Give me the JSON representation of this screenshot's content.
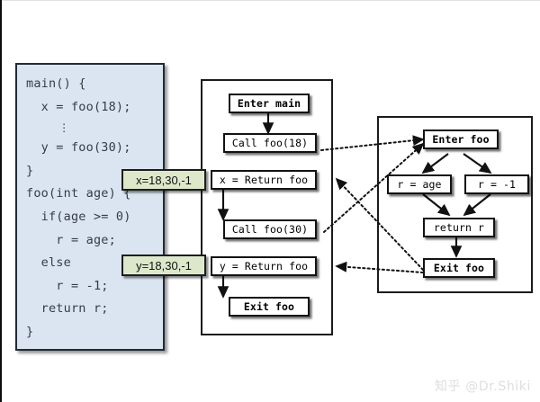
{
  "watermark": {
    "text": "知乎 @Dr.Shiki"
  },
  "colors": {
    "code_panel_bg": "#dbe5f1",
    "code_panel_border": "#222a33",
    "code_text": "#353c44",
    "callout_bg": "#dde8cb",
    "callout_border": "#1d1d1d",
    "node_bg": "#ffffff",
    "node_border": "#121212",
    "panel_border": "#1b1b1b",
    "page_bg": "#ffffff",
    "watermark_color": "#dedede"
  },
  "code_panel": {
    "lines": [
      "main() {",
      "  x = foo(18);",
      "     ⋮",
      "  y = foo(30);",
      "}",
      "foo(int age) {",
      "  if(age >= 0)",
      "    r = age;",
      "  else",
      "    r = -1;",
      "  return r;",
      "}"
    ]
  },
  "callouts": [
    {
      "id": "callout-x",
      "label": "x=18,30,-1"
    },
    {
      "id": "callout-y",
      "label": "y=18,30,-1"
    }
  ],
  "main_panel": {
    "nodes": [
      {
        "id": "enter-main",
        "label": "Enter main",
        "bold": true
      },
      {
        "id": "call-foo-18",
        "label": "Call foo(18)",
        "bold": false
      },
      {
        "id": "x-return-foo",
        "label": "x = Return foo",
        "bold": false
      },
      {
        "id": "call-foo-30",
        "label": "Call foo(30)",
        "bold": false
      },
      {
        "id": "y-return-foo",
        "label": "y = Return foo",
        "bold": false
      },
      {
        "id": "exit-main",
        "label": "Exit foo",
        "bold": true
      }
    ]
  },
  "foo_panel": {
    "nodes": [
      {
        "id": "enter-foo",
        "label": "Enter foo",
        "bold": true
      },
      {
        "id": "r-eq-age",
        "label": "r = age",
        "bold": false
      },
      {
        "id": "r-eq-neg1",
        "label": "r = -1",
        "bold": false
      },
      {
        "id": "return-r",
        "label": "return r",
        "bold": false
      },
      {
        "id": "exit-foo",
        "label": "Exit foo",
        "bold": true
      }
    ]
  }
}
